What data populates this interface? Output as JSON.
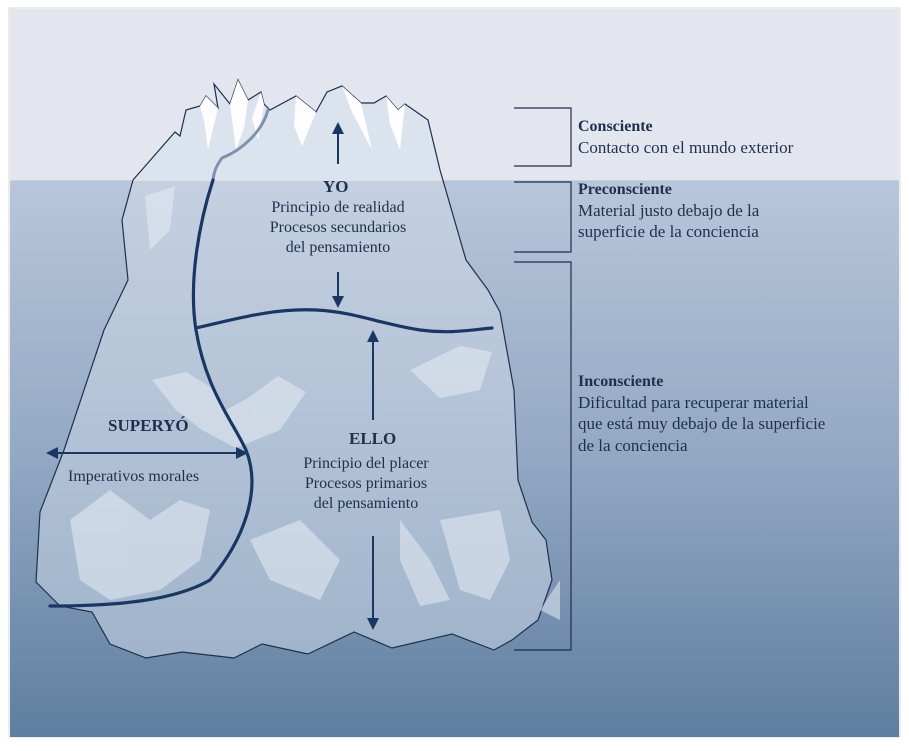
{
  "diagram": {
    "ego": {
      "name": "YO",
      "lines": [
        "Principio de realidad",
        "Procesos secundarios",
        "del pensamiento"
      ]
    },
    "superego": {
      "name": "SUPERYÓ",
      "lines": [
        "Imperativos morales"
      ]
    },
    "id": {
      "name": "ELLO",
      "lines": [
        "Principio del placer",
        "Procesos primarios",
        "del pensamiento"
      ]
    },
    "levels": [
      {
        "name": "Consciente",
        "lines": [
          "Contacto con el mundo exterior"
        ]
      },
      {
        "name": "Preconsciente",
        "lines": [
          "Material justo debajo de la",
          "superficie de la conciencia"
        ]
      },
      {
        "name": "Inconsciente",
        "lines": [
          "Dificultad para recuperar material",
          "que está muy debajo de la superficie",
          "de la conciencia"
        ]
      }
    ]
  },
  "colors": {
    "sky": "#e3e6ee",
    "water_top": "#b8c6da",
    "water_bottom": "#5f7e9f",
    "ice_outline": "#1f2f4d",
    "divider": "#1a3763",
    "text": "#1f2f4d",
    "frame": "#d9d9d9"
  }
}
